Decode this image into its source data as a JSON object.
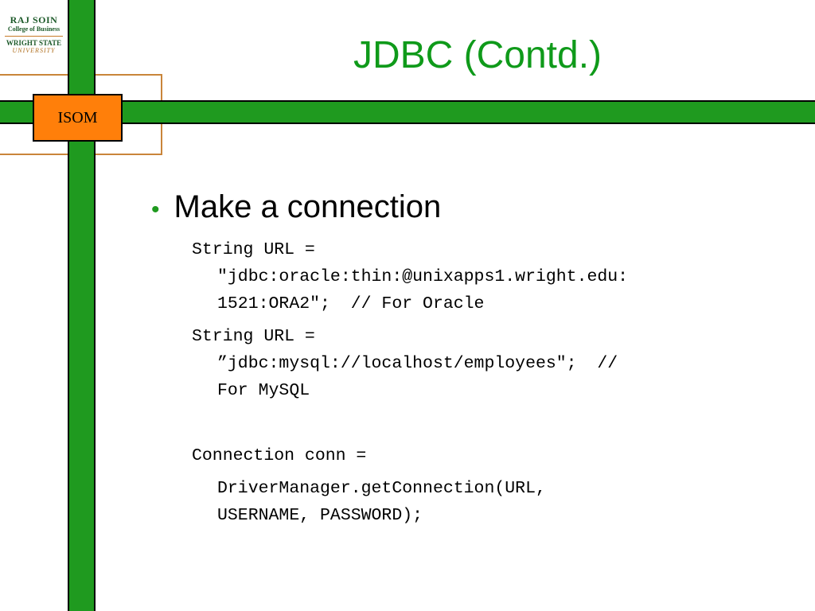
{
  "logo": {
    "line1": "RAJ SOIN",
    "line2": "College of Business",
    "line3": "WRIGHT STATE",
    "line4": "UNIVERSITY"
  },
  "badge": {
    "label": "ISOM"
  },
  "slide": {
    "title": "JDBC (Contd.)",
    "bullet_marker": "•",
    "bullet": "Make a connection",
    "code_lines": [
      "String URL =",
      "\"jdbc:oracle:thin:@unixapps1.wright.edu:",
      "1521:ORA2\";  // For Oracle",
      "String URL =",
      "”jdbc:mysql://localhost/employees\";  //",
      "For MySQL",
      "Connection conn =",
      "DriverManager.getConnection(URL,",
      "USERNAME, PASSWORD);"
    ]
  },
  "colors": {
    "accent_green": "#1f9a1f",
    "title_green": "#0f9a1a",
    "badge_orange": "#ff7f0a",
    "frame_orange": "#c9853a"
  }
}
